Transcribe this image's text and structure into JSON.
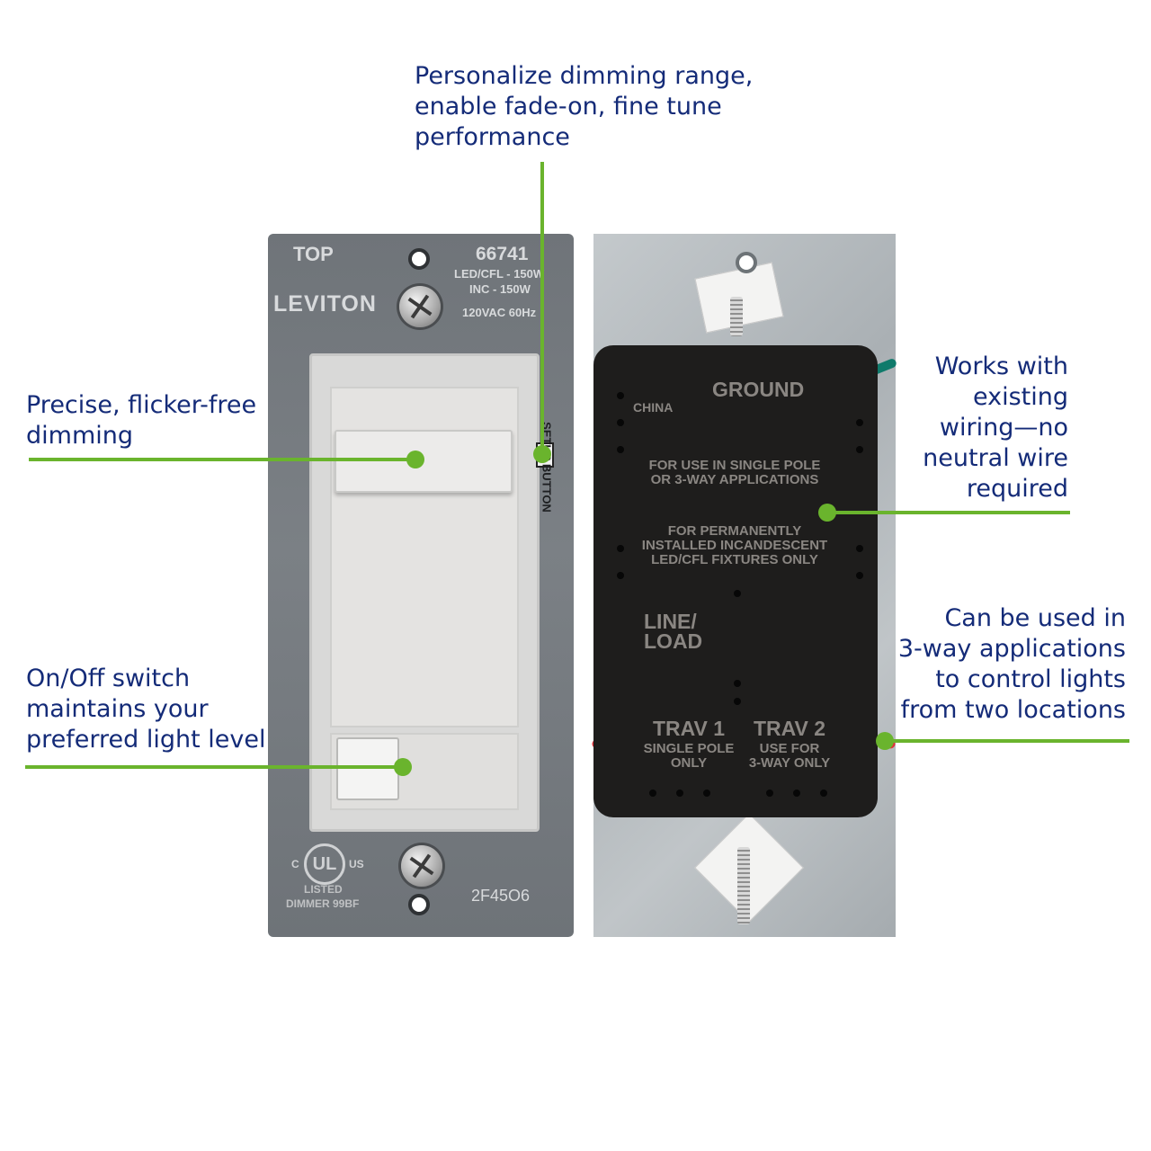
{
  "callouts": {
    "top": [
      "Personalize dimming range,",
      "enable fade-on, fine tune",
      "performance"
    ],
    "dimming": [
      "Precise, flicker-free",
      "dimming"
    ],
    "onoff": [
      "On/Off switch",
      "maintains your",
      "preferred light level"
    ],
    "wiring": [
      "Works with",
      "existing",
      "wiring—no",
      "neutral wire",
      "required"
    ],
    "threeway": [
      "Can be used in",
      "3-way applications",
      "to control lights",
      "from two locations"
    ]
  },
  "front_device": {
    "top": "TOP",
    "model": "66741",
    "rating_1": "LED/CFL - 150W",
    "rating_2": "INC - 150W",
    "brand": "LEVITON",
    "voltage": "120VAC 60Hz",
    "setup_button": "SETUP BUTTON",
    "code": "2F45O6",
    "ul_mark": "UL",
    "ul_c": "C",
    "ul_us": "US",
    "listed_1": "LISTED",
    "listed_2": "DIMMER 99BF"
  },
  "back_device": {
    "china": "CHINA",
    "ground": "GROUND",
    "use_1": "FOR USE IN SINGLE POLE",
    "use_2": "OR 3-WAY APPLICATIONS",
    "perm_1": "FOR PERMANENTLY",
    "perm_2": "INSTALLED INCANDESCENT",
    "perm_3": "LED/CFL FIXTURES ONLY",
    "line": "LINE/",
    "load": "LOAD",
    "trav1": "TRAV 1",
    "trav1_sub_1": "SINGLE POLE",
    "trav1_sub_2": "ONLY",
    "trav2": "TRAV 2",
    "trav2_sub_1": "USE FOR",
    "trav2_sub_2": "3-WAY ONLY"
  },
  "colors": {
    "callout_text": "#142b78",
    "leader": "#6ab42d",
    "ground_wire": "#0f7a6b",
    "traveler_wire": "#e2323a",
    "line_wire": "#1a1a1a"
  }
}
